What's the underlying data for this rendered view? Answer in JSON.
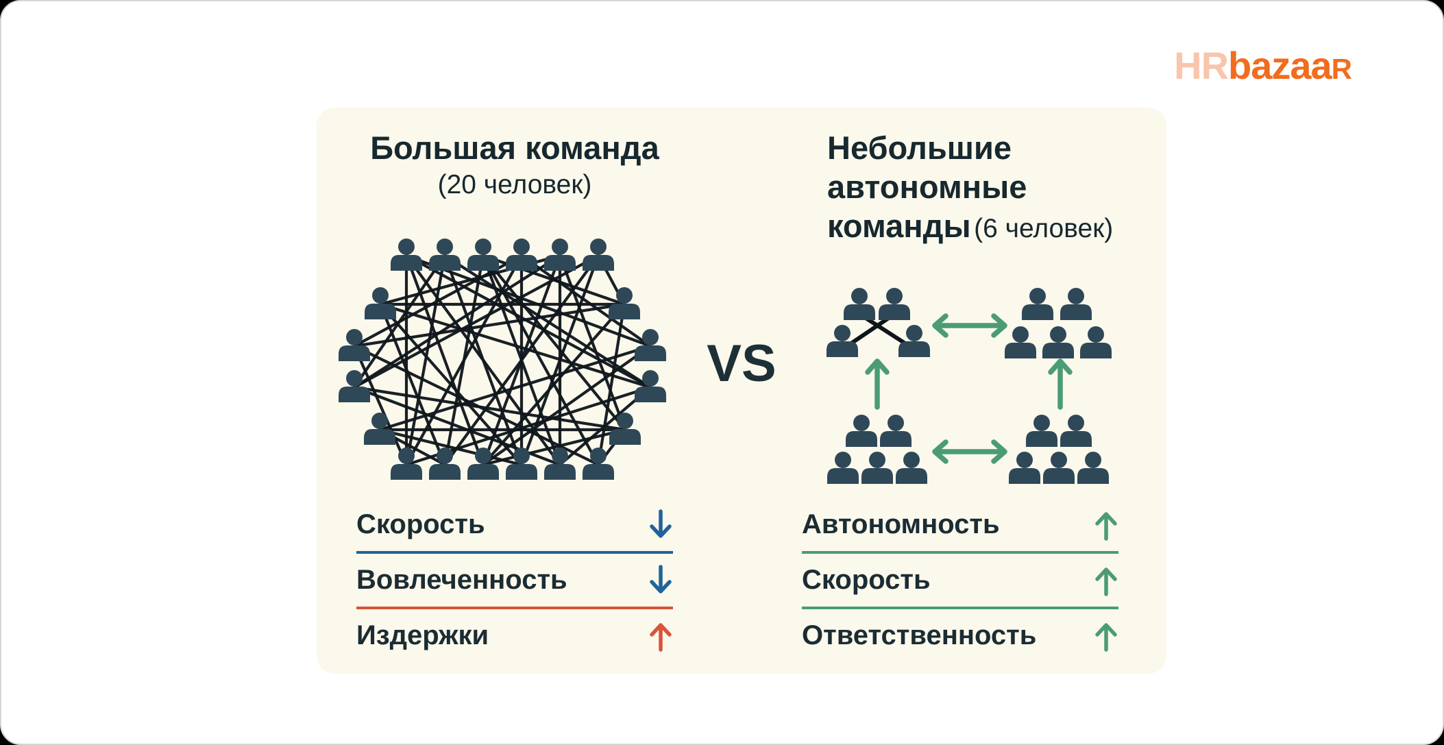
{
  "brand": {
    "logo_part_hr": "HR",
    "logo_part_bazaa": "bazaa",
    "logo_part_r": "R"
  },
  "vs_label": "VS",
  "left_team": {
    "title": "Большая команда",
    "subtitle": "(20 человек)",
    "people_count": 20,
    "metrics": [
      {
        "label": "Скорость",
        "direction": "down",
        "color": "#1f639c"
      },
      {
        "label": "Вовлеченность",
        "direction": "down",
        "color": "#1f639c"
      },
      {
        "label": "Издержки",
        "direction": "up",
        "color": "#d9543a"
      }
    ],
    "divider_colors": [
      "#1f639c",
      "#d9543a"
    ]
  },
  "right_team": {
    "title_lines": [
      "Небольшие",
      "автономные",
      "команды"
    ],
    "subtitle": "(6 человек)",
    "teams_count": 4,
    "team_size": 6,
    "metrics": [
      {
        "label": "Автономность",
        "direction": "up",
        "color": "#4b9c76"
      },
      {
        "label": "Скорость",
        "direction": "up",
        "color": "#4b9c76"
      },
      {
        "label": "Ответственность",
        "direction": "up",
        "color": "#4b9c76"
      }
    ],
    "divider_colors": [
      "#4b9c76",
      "#4b9c76"
    ]
  },
  "icons": {
    "person": "person-icon",
    "arrow_up": "arrow-up-icon",
    "arrow_down": "arrow-down-icon",
    "double_arrow": "double-arrow-icon"
  },
  "colors": {
    "panel_bg": "#fbf8ec",
    "text_dark": "#17282e",
    "person": "#2f4858",
    "network_line": "#10181d",
    "cluster_cross_line": "#0d141a",
    "green": "#4b9c76",
    "blue": "#1f639c",
    "red": "#d9543a",
    "logo_orange": "#f26c1e",
    "logo_peach": "#f9c5ab"
  }
}
